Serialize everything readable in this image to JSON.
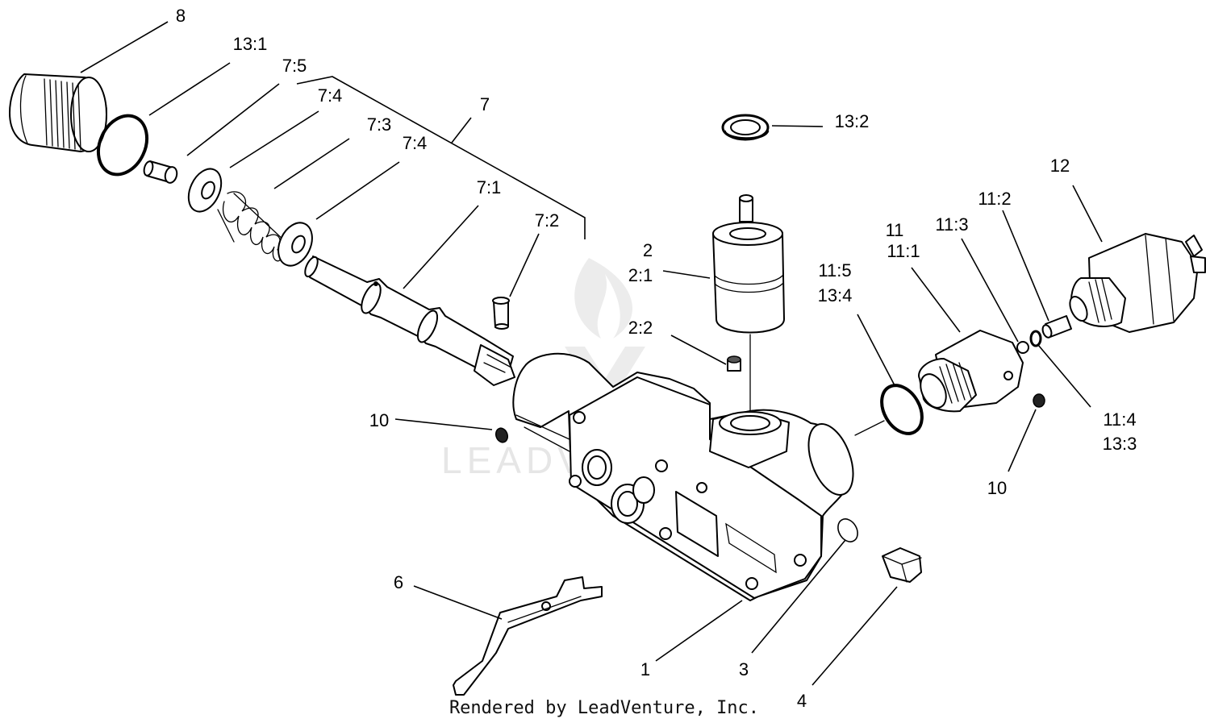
{
  "watermark": {
    "text": "LEADVENTURE"
  },
  "credit": {
    "text": "Rendered by LeadVenture, Inc."
  },
  "callouts": {
    "c8": "8",
    "c13_1": "13:1",
    "c7_5": "7:5",
    "c7_4a": "7:4",
    "c7": "7",
    "c7_3": "7:3",
    "c7_4b": "7:4",
    "c7_1": "7:1",
    "c7_2": "7:2",
    "c13_2": "13:2",
    "c2": "2",
    "c2_1": "2:1",
    "c2_2": "2:2",
    "c11_5": "11:5",
    "c13_4": "13:4",
    "c11": "11",
    "c11_1": "11:1",
    "c11_3": "11:3",
    "c11_2": "11:2",
    "c12": "12",
    "c11_4": "11:4",
    "c13_3": "13:3",
    "c10a": "10",
    "c10b": "10",
    "c6": "6",
    "c1": "1",
    "c3": "3",
    "c4": "4"
  }
}
